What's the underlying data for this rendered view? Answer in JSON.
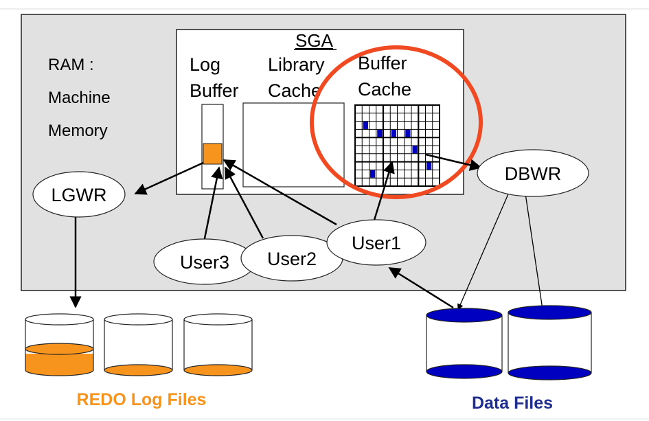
{
  "ram_label": {
    "line1": "RAM :",
    "line2": "Machine",
    "line3": "Memory"
  },
  "sga": {
    "title": "SGA",
    "log_buffer": {
      "line1": "Log",
      "line2": "Buffer"
    },
    "library_cache": {
      "line1": "Library",
      "line2": "Cache"
    },
    "buffer_cache": {
      "line1": "Buffer",
      "line2": "Cache"
    }
  },
  "processes": {
    "lgwr": "LGWR",
    "dbwr": "DBWR",
    "user1": "User1",
    "user2": "User2",
    "user3": "User3"
  },
  "captions": {
    "redo_log_files": "REDO Log Files",
    "data_files": "Data Files"
  },
  "colors": {
    "ram_fill": "#e1e1e1",
    "orange": "#f7941d",
    "blue": "#0000c0",
    "highlight_circle": "#f04a23",
    "redo_caption": "#f7941d",
    "data_caption": "#1f2e8c"
  }
}
